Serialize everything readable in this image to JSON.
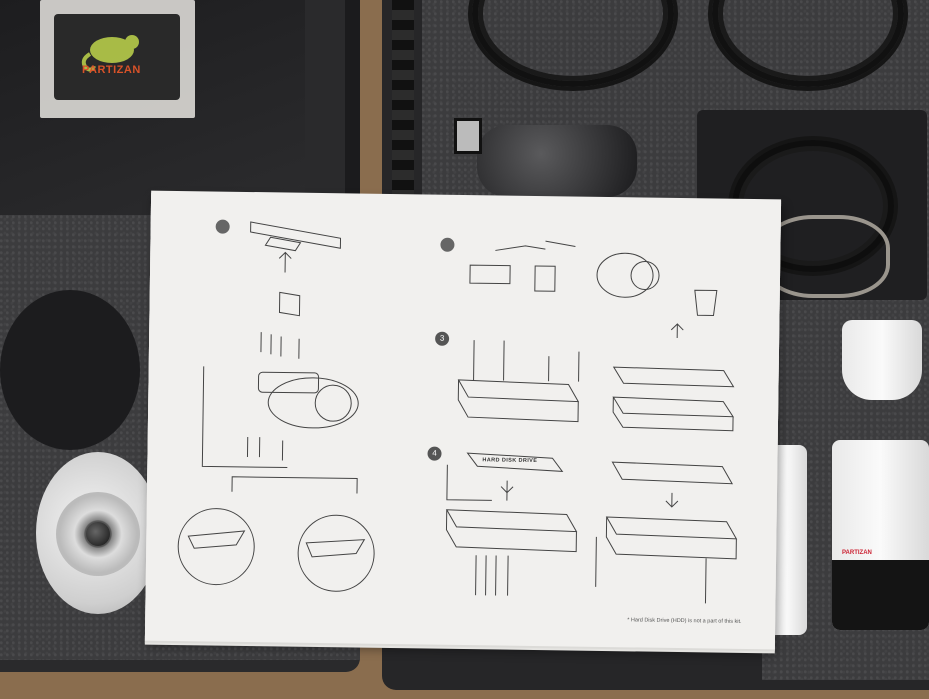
{
  "scene": {
    "description_items": {
      "sticker_brand": "PARTIZAN",
      "bullet_brand": "PARTIZAN"
    }
  },
  "manual": {
    "step_3": "3",
    "step_4": "4",
    "hdd_label": "HARD DISK DRIVE",
    "footnote": "* Hard Disk Drive (HDD) is not a part of this kit."
  },
  "colors": {
    "case": "#262628",
    "foam": "#3c3c3e",
    "paper": "#f1f0ee",
    "table": "#8a6d4e",
    "brand_orange": "#e8572a"
  }
}
